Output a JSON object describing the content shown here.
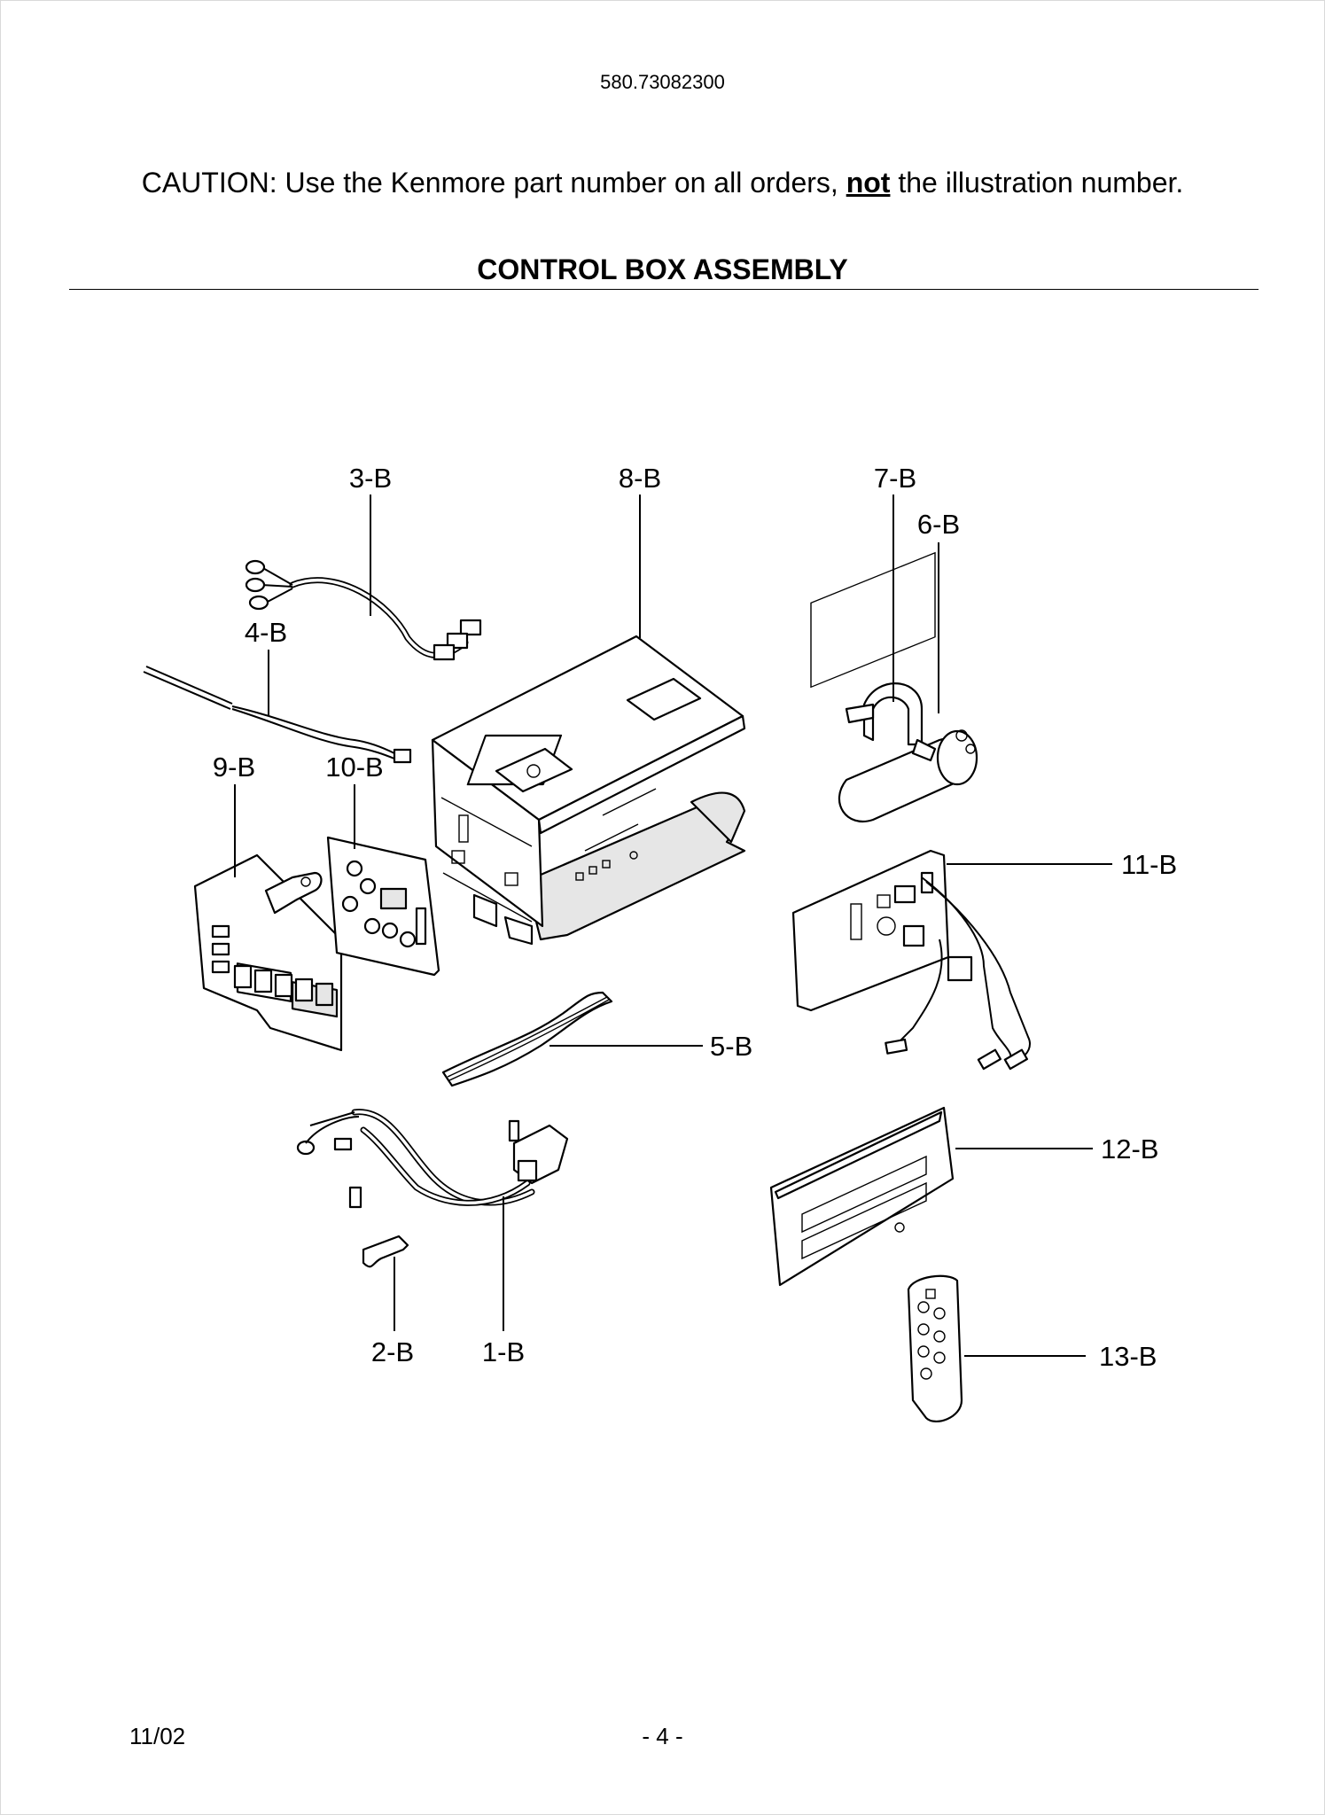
{
  "header": {
    "model_number": "580.73082300",
    "caution_before": "CAUTION: Use the Kenmore part number on all orders, ",
    "caution_emphasis": "not",
    "caution_after": " the illustration number.",
    "section_title": "CONTROL BOX ASSEMBLY"
  },
  "callouts": {
    "p1": "1-B",
    "p2": "2-B",
    "p3": "3-B",
    "p4": "4-B",
    "p5": "5-B",
    "p6": "6-B",
    "p7": "7-B",
    "p8": "8-B",
    "p9": "9-B",
    "p10": "10-B",
    "p11": "11-B",
    "p12": "12-B",
    "p13": "13-B"
  },
  "footer": {
    "date": "11/02",
    "page": "- 4 -"
  }
}
